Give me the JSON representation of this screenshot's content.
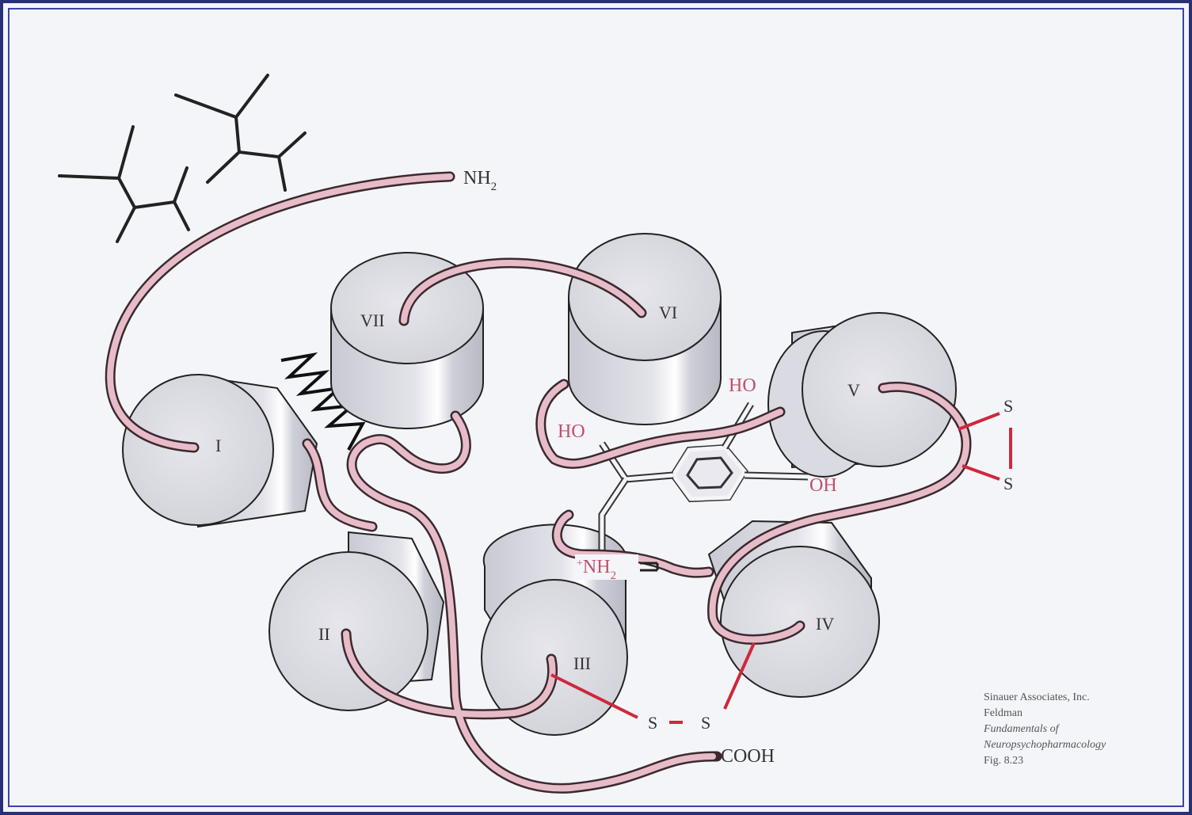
{
  "colors": {
    "frame_outer": "#28307a",
    "frame_inner": "#3a45a8",
    "background": "#f4f5f9",
    "helix_fill": "#d6d6de",
    "ribbon_pink": "#e7bcc8",
    "ribbon_edge": "#3a2a2e",
    "disulfide_red": "#d0273c",
    "label_pink": "#c24f68"
  },
  "helices": [
    {
      "id": "I",
      "label": "I"
    },
    {
      "id": "II",
      "label": "II"
    },
    {
      "id": "III",
      "label": "III"
    },
    {
      "id": "IV",
      "label": "IV"
    },
    {
      "id": "V",
      "label": "V"
    },
    {
      "id": "VI",
      "label": "VI"
    },
    {
      "id": "VII",
      "label": "VII"
    }
  ],
  "termini": {
    "n_terminus": "NH",
    "n_terminus_sub": "2",
    "c_terminus": "COOH"
  },
  "ligand": {
    "ho_upper": "HO",
    "ho_left": "HO",
    "oh_right": "OH",
    "amine_prefix": "+",
    "amine": "NH",
    "amine_sub": "2"
  },
  "disulfide_bonds": {
    "s_extracellular_1": "S",
    "s_extracellular_2": "S",
    "s_lower_1": "S",
    "s_lower_2": "S"
  },
  "credit": {
    "publisher": "Sinauer Associates, Inc.",
    "author": "Feldman",
    "title_line1": "Fundamentals of",
    "title_line2": "Neuropsychopharmacology",
    "figure": "Fig. 8.23"
  }
}
